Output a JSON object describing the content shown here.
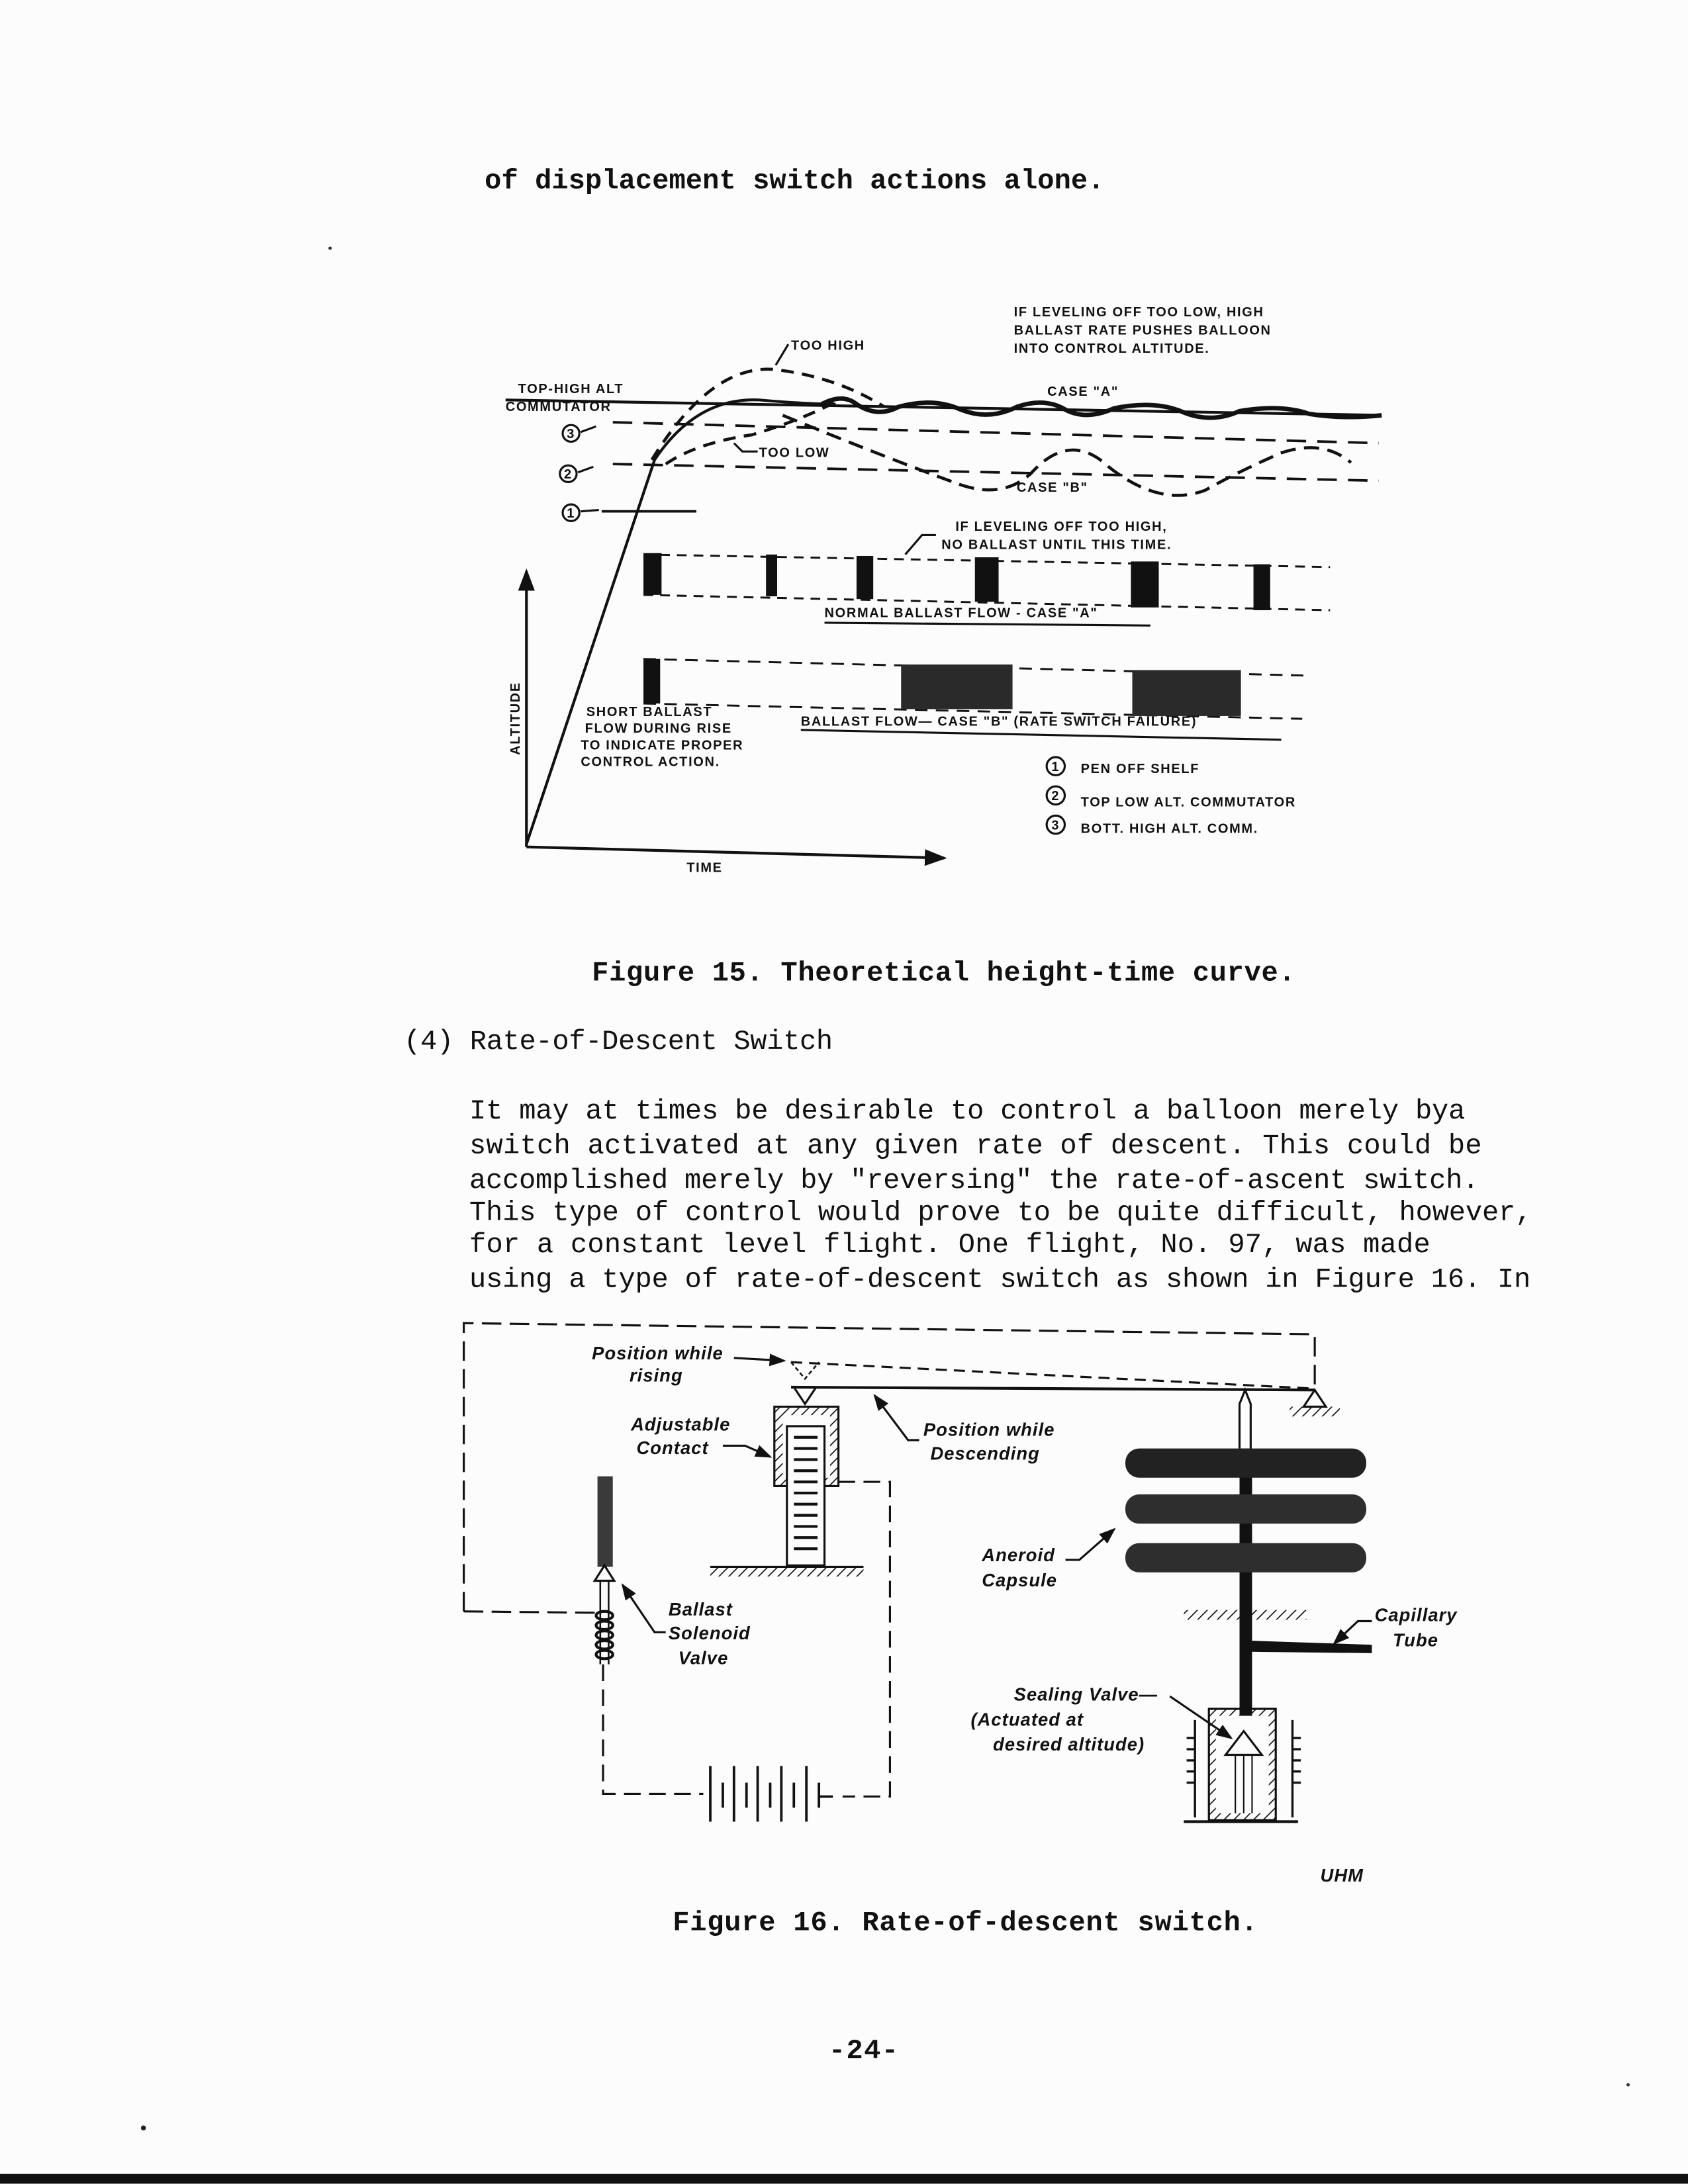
{
  "page": {
    "continuation_line": "of displacement switch actions alone.",
    "page_number": "-24-"
  },
  "figure15": {
    "caption": "Figure 15.  Theoretical height-time curve.",
    "annotation_top": [
      "IF LEVELING OFF TOO LOW, HIGH",
      "BALLAST RATE PUSHES BALLOON",
      "INTO CONTROL ALTITUDE."
    ],
    "too_high": "TOO HIGH",
    "too_low": "TOO LOW",
    "top_high_alt": [
      "TOP-HIGH ALT",
      "COMMUTATOR"
    ],
    "case_a": "CASE \"A\"",
    "case_b": "CASE \"B\"",
    "markers": [
      "1",
      "2",
      "3"
    ],
    "annotation_no_ballast": [
      "IF LEVELING OFF TOO HIGH,",
      "NO BALLAST UNTIL THIS TIME."
    ],
    "normal_flow_label": "NORMAL BALLAST FLOW - CASE \"A\"",
    "case_b_flow_label": "BALLAST FLOW— CASE \"B\" (RATE SWITCH FAILURE)",
    "short_ballast_note": [
      "SHORT BALLAST",
      "FLOW DURING RISE",
      "TO INDICATE PROPER",
      "CONTROL ACTION."
    ],
    "legend": [
      {
        "num": "1",
        "text": "PEN OFF SHELF"
      },
      {
        "num": "2",
        "text": "TOP LOW ALT. COMMUTATOR"
      },
      {
        "num": "3",
        "text": "BOTT. HIGH ALT. COMM."
      }
    ],
    "y_axis": "ALTITUDE",
    "x_axis": "TIME"
  },
  "section": {
    "heading": "(4) Rate-of-Descent Switch",
    "paragraph_lines": [
      "It may at times be desirable to control a balloon merely bya",
      "switch activated at any given rate of descent.  This could be",
      "accomplished merely by \"reversing\" the rate-of-ascent switch.",
      "This type of control would prove to be quite difficult, however,",
      "for a constant level flight.  One flight, No. 97, was made",
      "using a type of rate-of-descent switch as shown in Figure 16.  In"
    ]
  },
  "figure16": {
    "caption": "Figure 16.  Rate-of-descent switch.",
    "position_rising": [
      "Position while",
      "rising"
    ],
    "adjustable_contact": [
      "Adjustable",
      "Contact"
    ],
    "position_descending": [
      "Position while",
      "Descending"
    ],
    "aneroid_capsule": [
      "Aneroid",
      "Capsule"
    ],
    "ballast_solenoid": [
      "Ballast",
      "Solenoid",
      "Valve"
    ],
    "capillary_tube": [
      "Capillary",
      "Tube"
    ],
    "sealing_valve": [
      "Sealing  Valve—",
      "(Actuated at",
      "desired altitude)"
    ],
    "initials": "UHM"
  }
}
